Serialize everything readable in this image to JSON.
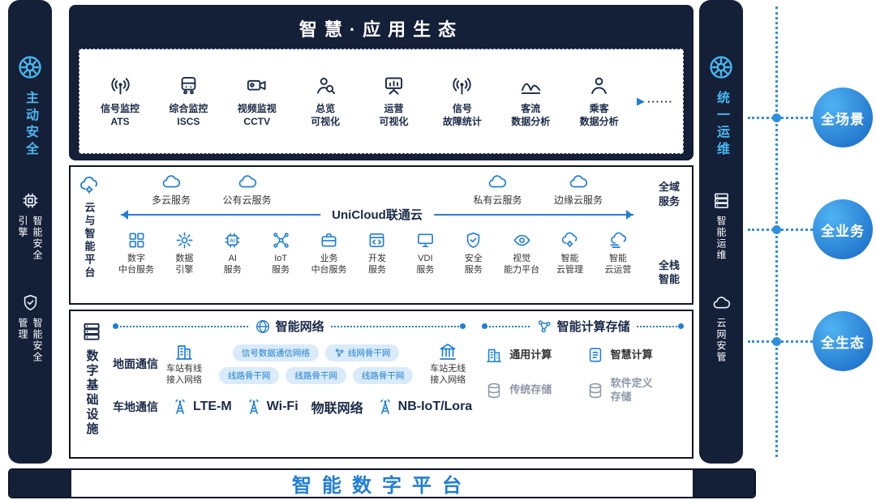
{
  "colors": {
    "navy": "#141F38",
    "blue": "#1F7FD6",
    "cyan": "#49B8F0",
    "pill_bg": "#D9EBFA"
  },
  "left_bar": {
    "title": "主动安全",
    "items": [
      {
        "icon": "cpu-icon",
        "label": "智能安全\n引擎"
      },
      {
        "icon": "shield-icon",
        "label": "智能安全\n管理"
      }
    ]
  },
  "right_bar": {
    "title": "统一运维",
    "items": [
      {
        "icon": "server-icon",
        "label": "智能运维"
      },
      {
        "icon": "cloud-icon",
        "label": "云网安管"
      }
    ]
  },
  "goals": {
    "items": [
      {
        "label": "全场景"
      },
      {
        "label": "全业务"
      },
      {
        "label": "全生态"
      }
    ]
  },
  "app_layer": {
    "title": "智慧·应用生态",
    "items": [
      {
        "icon": "signal-broadcast-icon",
        "label": "信号监控\nATS"
      },
      {
        "icon": "train-icon",
        "label": "综合监控\nISCS"
      },
      {
        "icon": "cctv-camera-icon",
        "label": "视频监视\nCCTV"
      },
      {
        "icon": "person-search-icon",
        "label": "总览\n可视化"
      },
      {
        "icon": "presentation-board-icon",
        "label": "运营\n可视化"
      },
      {
        "icon": "broadcast-tower-icon",
        "label": "信号\n故障统计"
      },
      {
        "icon": "wave-icon",
        "label": "客流\n数据分析"
      },
      {
        "icon": "person-icon",
        "label": "乘客\n数据分析"
      }
    ],
    "more_arrow": "▶",
    "more_dots": "······"
  },
  "cloud_layer": {
    "side_label": "云与智能平台",
    "center_label": "UniCloud联通云",
    "top_items": [
      {
        "icon": "cloud-icon",
        "label": "多云服务"
      },
      {
        "icon": "cloud-icon",
        "label": "公有云服务"
      },
      {
        "icon": "cloud-icon",
        "label": "私有云服务"
      },
      {
        "icon": "cloud-icon",
        "label": "边缘云服务"
      }
    ],
    "right_top": "全域\n服务",
    "right_bottom": "全栈\n智能",
    "services": [
      {
        "icon": "grid-icon",
        "label": "数字\n中台服务"
      },
      {
        "icon": "gear-icon",
        "label": "数据\n引擎"
      },
      {
        "icon": "ai-chip-icon",
        "label": "AI\n服务"
      },
      {
        "icon": "iot-icon",
        "label": "IoT\n服务"
      },
      {
        "icon": "briefcase-icon",
        "label": "业务\n中台服务"
      },
      {
        "icon": "code-icon",
        "label": "开发\n服务"
      },
      {
        "icon": "monitor-icon",
        "label": "VDI\n服务"
      },
      {
        "icon": "shield-icon",
        "label": "安全\n服务"
      },
      {
        "icon": "eye-icon",
        "label": "视觉\n能力平台"
      },
      {
        "icon": "cloud-gear-icon",
        "label": "智能\n云管理"
      },
      {
        "icon": "cloud-fast-icon",
        "label": "智能\n云运营"
      }
    ]
  },
  "infra_layer": {
    "side_label": "数字基础设施",
    "network": {
      "title": "智能网络",
      "ground_label": "地面通信",
      "station_wired": "车站有线\n接入网络",
      "pills_row1": [
        "信号数据通信网络",
        "线网骨干网"
      ],
      "pills_row2": [
        "线路骨干网",
        "线路骨干网",
        "线路骨干网"
      ],
      "station_wireless": "车站无线\n接入网络",
      "train_label": "车地通信",
      "train_items": [
        {
          "icon": "tower-icon",
          "label": "LTE-M"
        },
        {
          "icon": "tower-icon",
          "label": "Wi-Fi"
        },
        {
          "icon": "",
          "label": "物联网络"
        },
        {
          "icon": "tower-icon",
          "label": "NB-IoT/Lora"
        }
      ]
    },
    "compute": {
      "title": "智能计算存储",
      "items": [
        {
          "icon": "building-icon",
          "label": "通用计算"
        },
        {
          "icon": "note-icon",
          "label": "智慧计算"
        },
        {
          "icon": "database-icon",
          "label": "传统存储"
        },
        {
          "icon": "database-icon",
          "label": "软件定义\n存储"
        }
      ]
    }
  },
  "bottom_bar": {
    "title": "智能数字平台"
  }
}
